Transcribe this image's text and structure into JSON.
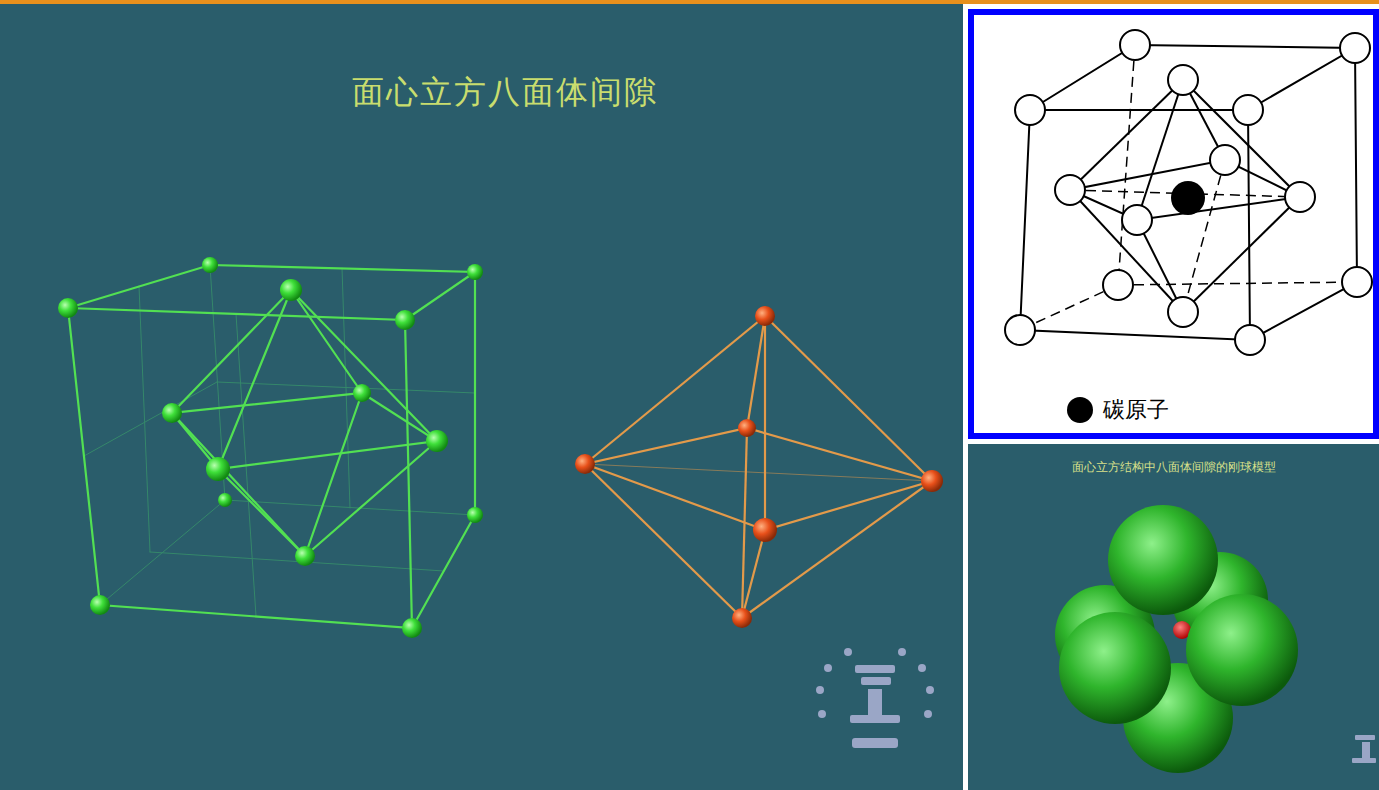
{
  "diagram": {
    "title": "面心立方八面体间隙",
    "labels": [
      "面心立方结构中八面体间隙的刚球模型"
    ],
    "legend": [
      {
        "text": "碳原子",
        "color": "#000000"
      }
    ]
  }
}
